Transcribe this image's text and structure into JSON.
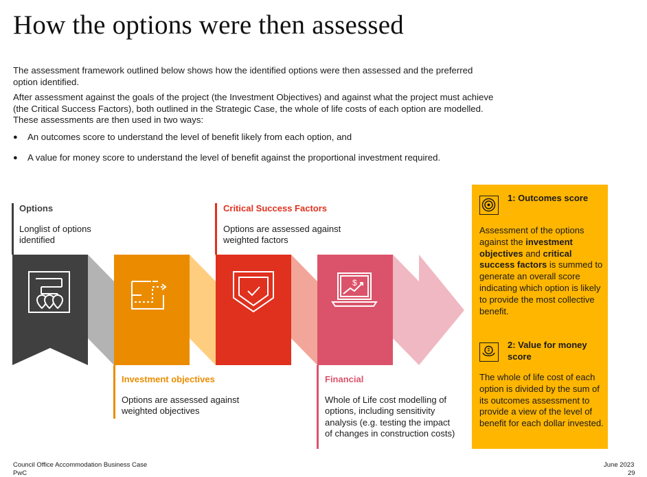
{
  "title": "How the options were then assessed",
  "intro": {
    "p1": "The assessment framework outlined below shows how the identified options were then assessed and the preferred option identified.",
    "p2": "After assessment against the goals of the project (the Investment Objectives) and against what the project must achieve (the Critical Success Factors), both outlined in the Strategic Case, the whole of life costs of each option are modelled. These assessments are then used in two ways:",
    "bullets": [
      "An outcomes score to understand the level of benefit likely from each option, and",
      "A value for money score to understand the level of benefit against the proportional investment required."
    ]
  },
  "stages": [
    {
      "head": "Options",
      "text": "Longlist of options identified",
      "color": "#404041"
    },
    {
      "head": "Investment objectives",
      "text": "Options are assessed against weighted objectives",
      "color": "#EB8C00"
    },
    {
      "head": "Critical Success Factors",
      "text": "Options are assessed against weighted factors",
      "color": "#E0301E"
    },
    {
      "head": "Financial",
      "text": "Whole of Life cost modelling of options, including sensitivity analysis (e.g. testing the impact of changes in construction costs)",
      "color": "#DB536A"
    }
  ],
  "panel": {
    "color": "#FFB600",
    "score1_title": "1: Outcomes score",
    "score1_t1": "Assessment of the options against the ",
    "score1_b1": "investment objectives",
    "score1_t2": " and ",
    "score1_b2": "critical success factors",
    "score1_t3": " is summed to generate an overall score indicating which option is likely to provide the most collective benefit.",
    "score2_title": "2: Value for money score",
    "score2_text": "The whole of life cost of each option is divided by the sum of its outcomes assessment to provide a view of the level of benefit for each dollar invested."
  },
  "icons": [
    "map-route-icon",
    "floorplan-icon",
    "shield-check-icon",
    "laptop-finance-icon",
    "target-icon",
    "money-hand-icon"
  ],
  "footer": {
    "left": "Council Office Accommodation Business Case",
    "left2": "PwC",
    "right": "June 2023",
    "right2": "29"
  }
}
